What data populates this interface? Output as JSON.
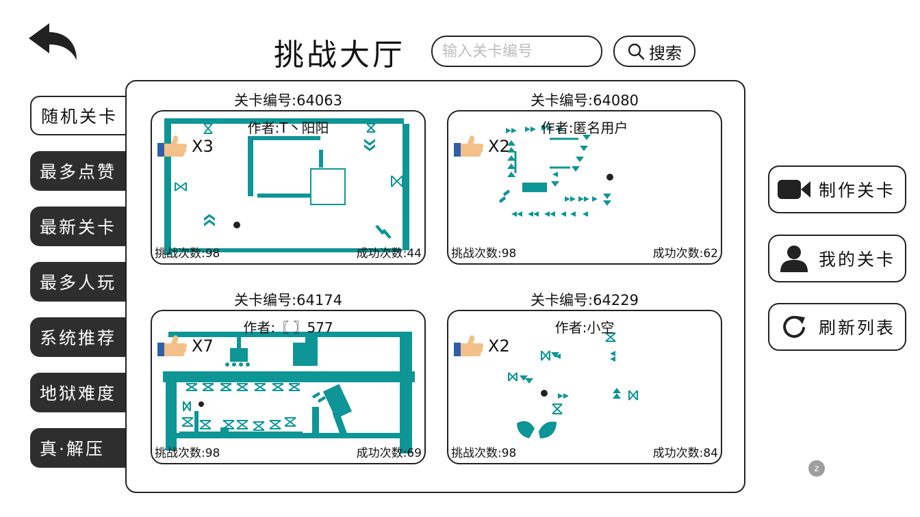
{
  "header": {
    "title": "挑战大厅",
    "search_placeholder": "输入关卡编号",
    "search_button": "搜索"
  },
  "sidebar": {
    "items": [
      {
        "label": "随机关卡",
        "active": true
      },
      {
        "label": "最多点赞",
        "active": false
      },
      {
        "label": "最新关卡",
        "active": false
      },
      {
        "label": "最多人玩",
        "active": false
      },
      {
        "label": "系统推荐",
        "active": false
      },
      {
        "label": "地狱难度",
        "active": false
      },
      {
        "label": "真·解压",
        "active": false
      }
    ]
  },
  "levels": [
    {
      "title": "关卡编号:64063",
      "author": "作者:T丶阳阳",
      "likes": "X3",
      "tries": "挑战次数:98",
      "success": "成功次数:44"
    },
    {
      "title": "关卡编号:64080",
      "author": "作者:匿名用户",
      "likes": "X2",
      "tries": "挑战次数:98",
      "success": "成功次数:62"
    },
    {
      "title": "关卡编号:64174",
      "author": "作者:〖  〗577",
      "likes": "X7",
      "tries": "挑战次数:98",
      "success": "成功次数:69"
    },
    {
      "title": "关卡编号:64229",
      "author": "作者:小空",
      "likes": "X2",
      "tries": "挑战次数:98",
      "success": "成功次数:84"
    }
  ],
  "right_buttons": [
    {
      "label": "制作关卡",
      "icon": "video-camera-icon"
    },
    {
      "label": "我的关卡",
      "icon": "user-icon"
    },
    {
      "label": "刷新列表",
      "icon": "refresh-icon"
    }
  ],
  "badge": "z",
  "colors": {
    "teal": "#0e9595",
    "dark": "#2e2e2e",
    "thumb": "#f3c089",
    "cuff": "#2f5fa8"
  }
}
